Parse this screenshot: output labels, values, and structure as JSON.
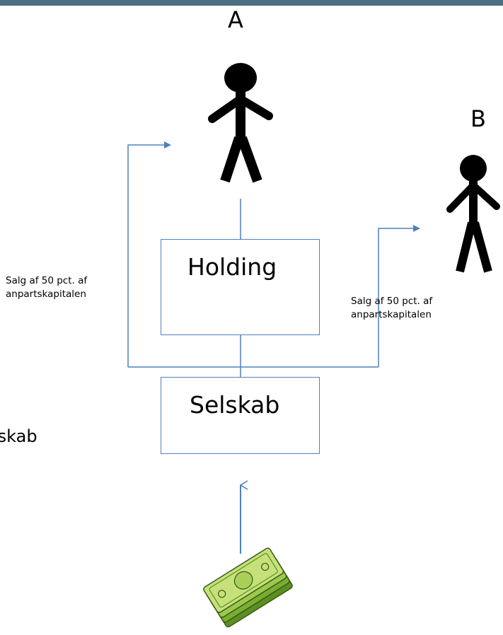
{
  "colors": {
    "top_bar": "#4a6f82",
    "line": "#4f81bd",
    "figure": "#000000",
    "money_light": "#c6e07a",
    "money_dark": "#5c8f22"
  },
  "persons": {
    "a_label": "A",
    "b_label": "B"
  },
  "boxes": {
    "holding": "Holding",
    "selskab": "Selskab"
  },
  "notes": {
    "left": [
      "Salg af 50 pct. af",
      "anpartskapitalen"
    ],
    "right": [
      "Salg af 50 pct. af",
      "anpartskapitalen"
    ]
  },
  "cut_off_text": "Selskab",
  "icons": {
    "person": "stick-figure-icon",
    "money": "money-stack-icon"
  }
}
